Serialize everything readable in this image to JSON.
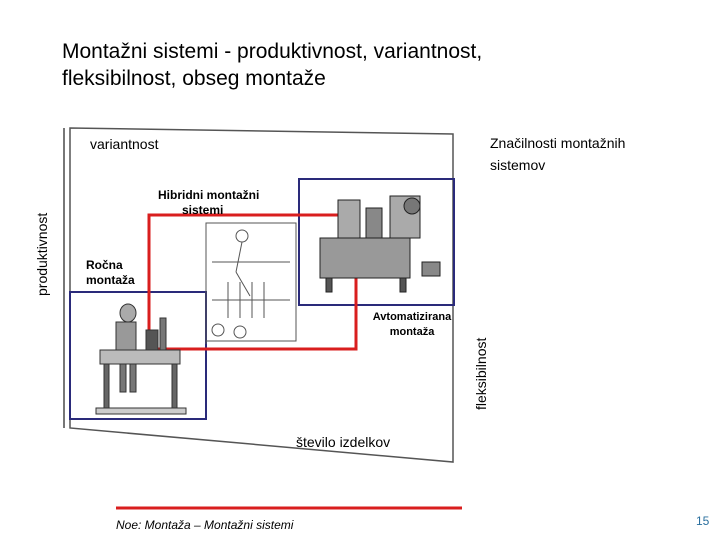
{
  "slide": {
    "title_line1": "Montažni sistemi  - produktivnost, variantnost,",
    "title_line2": "fleksibilnost, obseg montaže",
    "footer": "Noe: Montaža – Montažni sistemi",
    "page_number": "15"
  },
  "diagram": {
    "label_variantnost": "variantnost",
    "label_znacilnosti_line1": "Značilnosti montažnih",
    "label_znacilnosti_line2": "sistemov",
    "label_produktivnost": "produktivnost",
    "label_fleksibilnost": "fleksibilnost",
    "label_stevilo": "število izdelkov",
    "label_hibridni_line1": "Hibridni montažni",
    "label_hibridni_line2": "sistemi",
    "label_rocna_line1": "Ročna",
    "label_rocna_line2": "montaža",
    "label_avtomatizirana_line1": "Avtomatizirana",
    "label_avtomatizirana_line2": "montaža"
  },
  "colors": {
    "accent_red": "#d91e1e",
    "box_navy": "#2a2a7a",
    "frame_gray": "#666666"
  }
}
